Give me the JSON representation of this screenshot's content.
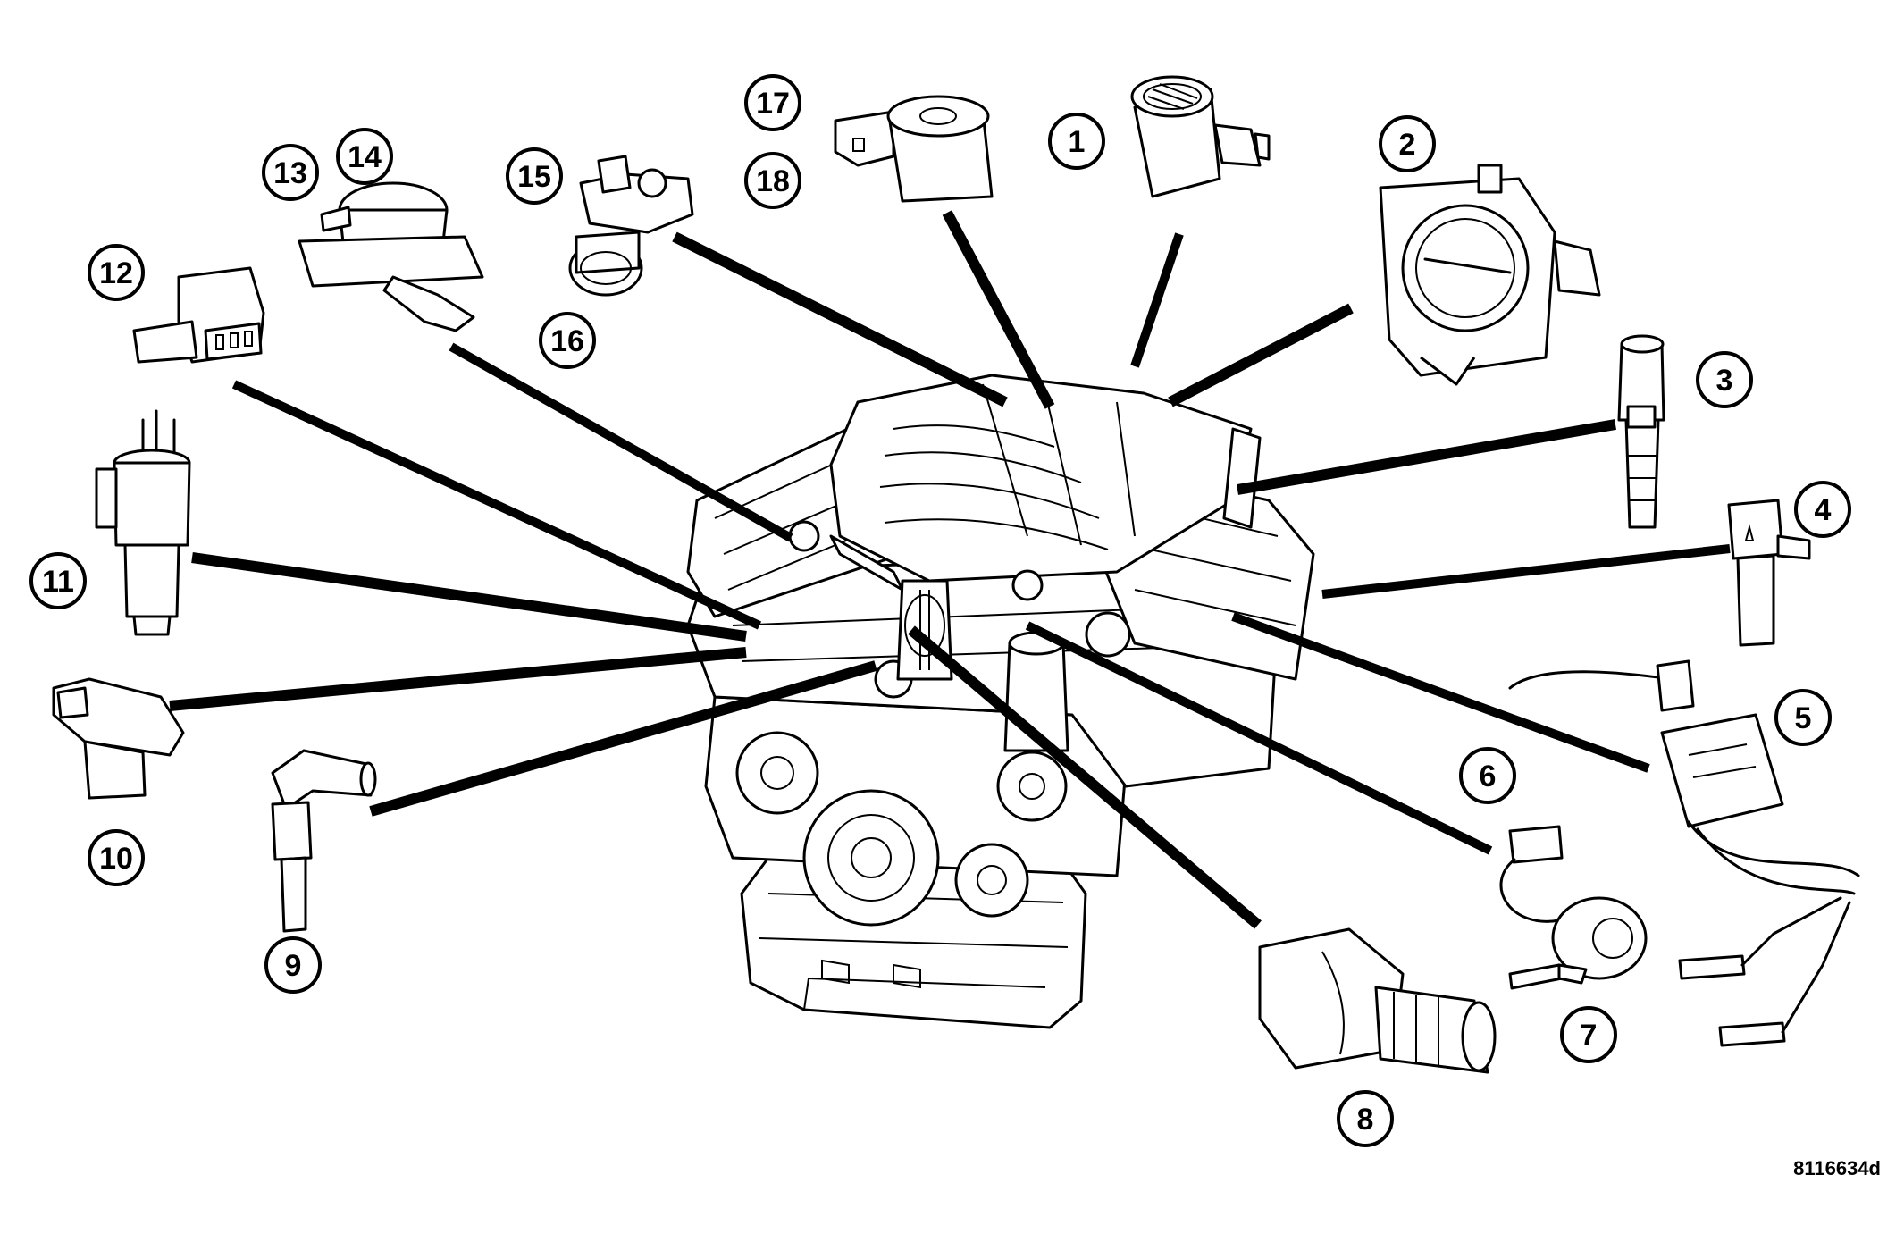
{
  "figure_code": "8116634d",
  "callouts": [
    "1",
    "2",
    "3",
    "4",
    "5",
    "6",
    "7",
    "8",
    "9",
    "10",
    "11",
    "12",
    "13",
    "14",
    "15",
    "16",
    "17",
    "18"
  ],
  "colors": {
    "ink": "#000000",
    "paper": "#ffffff"
  }
}
